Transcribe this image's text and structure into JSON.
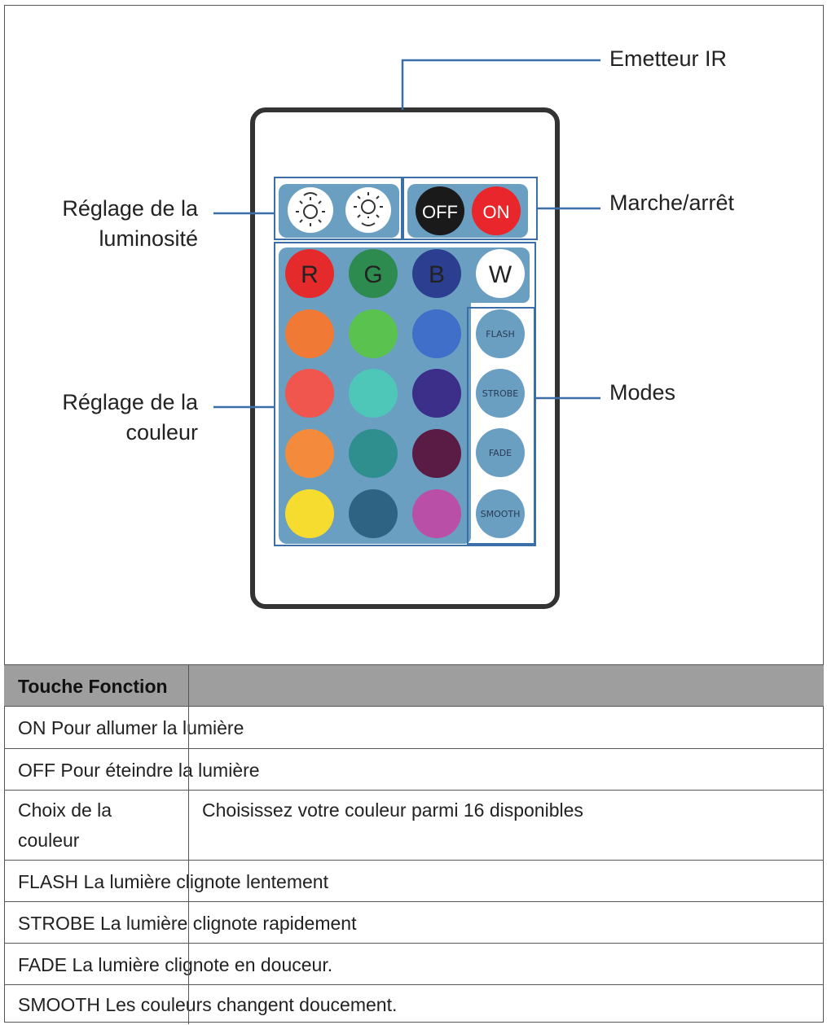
{
  "labels": {
    "emitter": "Emetteur IR",
    "power": "Marche/arrêt",
    "brightness_1": "Réglage de la",
    "brightness_2": "luminosité",
    "color_1": "Réglage de la",
    "color_2": "couleur",
    "modes": "Modes"
  },
  "remote": {
    "off_label": "OFF",
    "on_label": "ON",
    "rgbw": [
      "R",
      "G",
      "B",
      "W"
    ],
    "mode_buttons": [
      "FLASH",
      "STROBE",
      "FADE",
      "SMOOTH"
    ],
    "colors": {
      "power_off": "#1a1a1a",
      "power_on": "#e8262b",
      "panel": "#6a9fc1",
      "red": "#e42a2a",
      "green": "#2e8b50",
      "blue": "#2b3e8f",
      "white": "#ffffff",
      "grid": [
        "#f07a35",
        "#5ac24f",
        "#3f6fc9",
        "#f0554e",
        "#4ec7b8",
        "#3b2f8a",
        "#f48b3c",
        "#2f8f8e",
        "#5a1b44",
        "#f5dc2e",
        "#2e6384",
        "#b94fa6"
      ]
    }
  },
  "table": {
    "header": "Touche Fonction",
    "rows": [
      {
        "key": "ON Pour allumer la lumière",
        "value": ""
      },
      {
        "key": "OFF Pour éteindre la lumière",
        "value": ""
      },
      {
        "key": "Choix de la",
        "key2": "couleur",
        "value": "Choisissez votre couleur parmi 16 disponibles"
      },
      {
        "key": "FLASH La lumière clignote lentement",
        "value": ""
      },
      {
        "key": "STROBE La lumière clignote rapidement",
        "value": ""
      },
      {
        "key": "FADE La lumière clignote en douceur.",
        "value": ""
      },
      {
        "key": "SMOOTH Les couleurs changent doucement.",
        "value": ""
      }
    ]
  }
}
